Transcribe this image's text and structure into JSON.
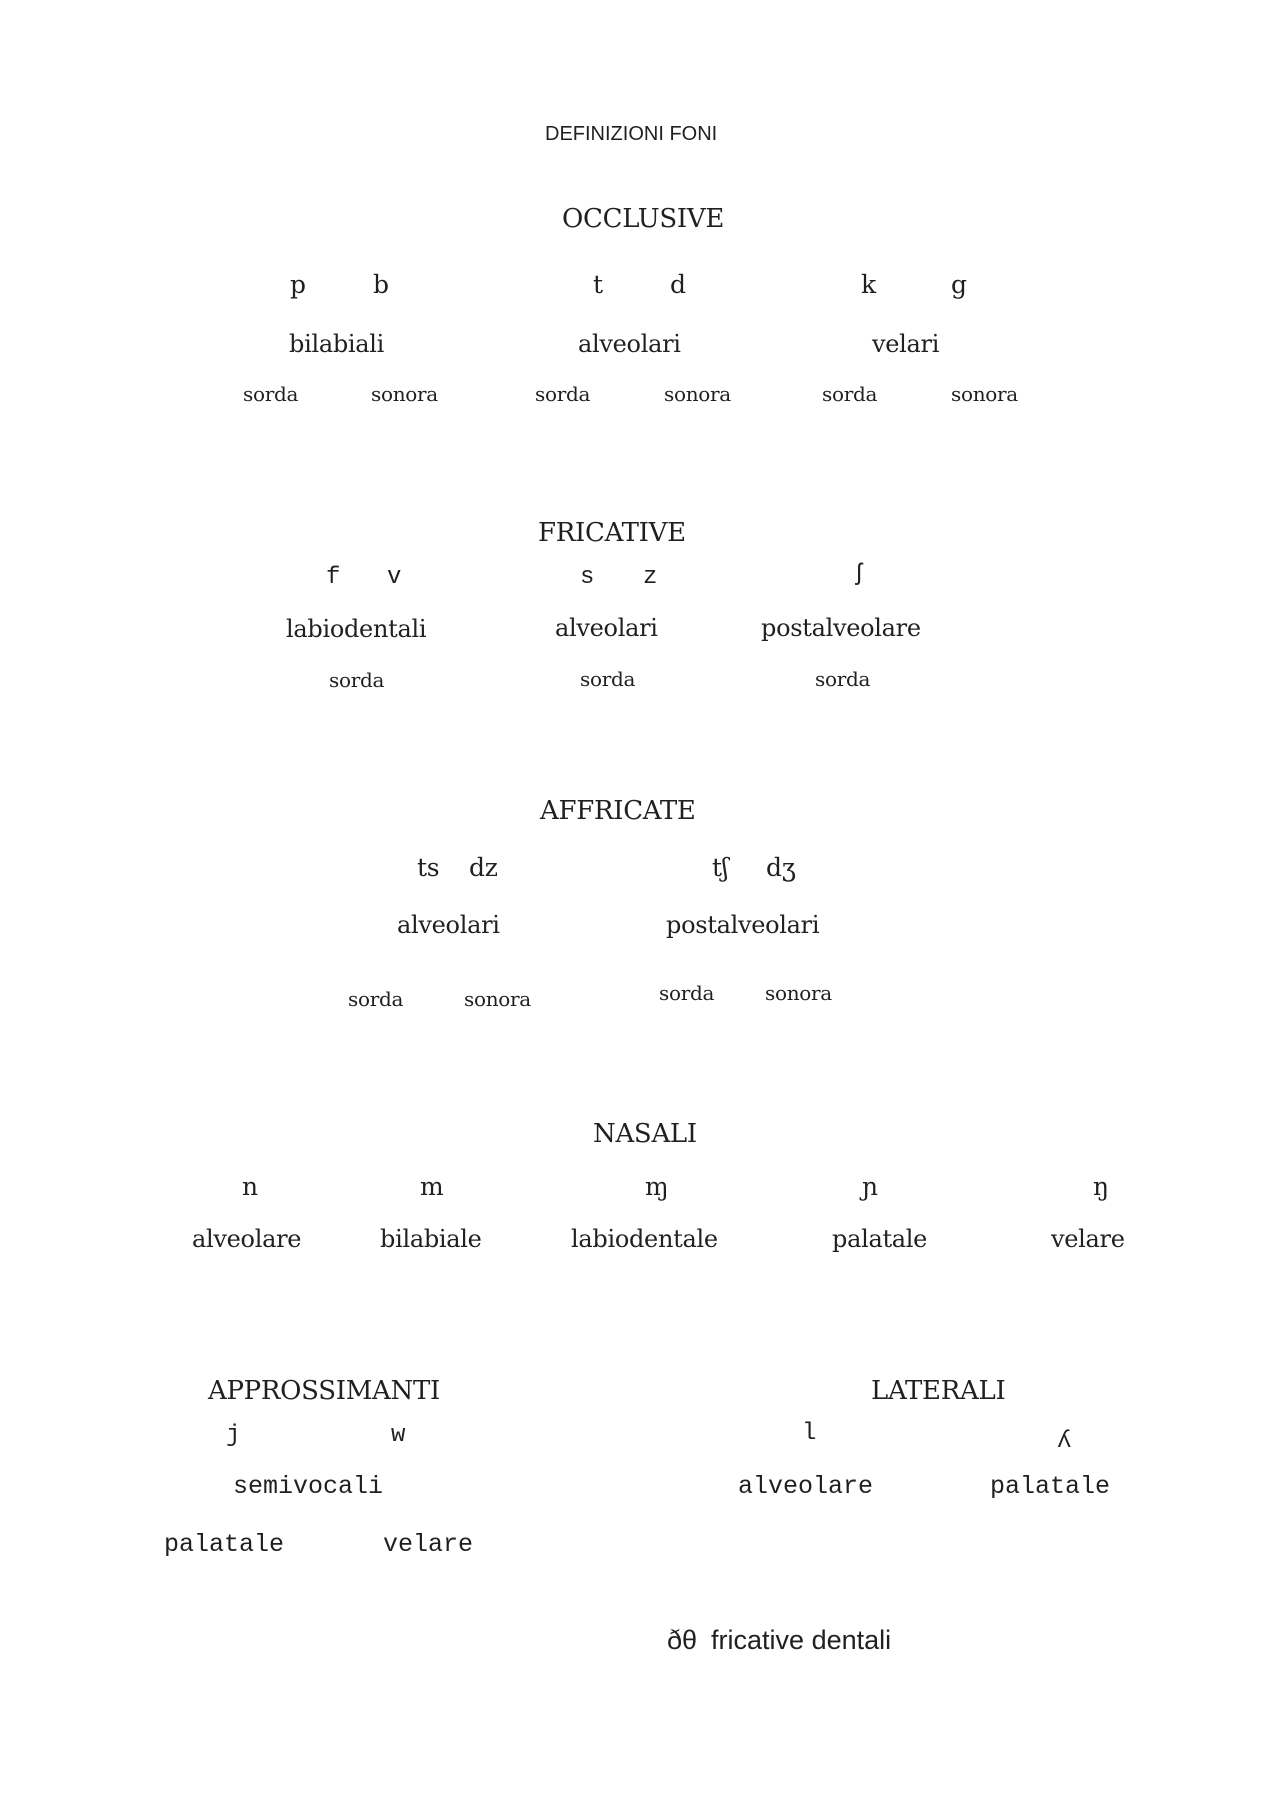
{
  "page": {
    "title": "DEFINIZIONI FONI",
    "accent_color": "#231f20",
    "background_color": "#ffffff"
  },
  "occlusive": {
    "heading": "OCCLUSIVE",
    "symbols": [
      "p",
      "b",
      "t",
      "d",
      "k",
      "g"
    ],
    "places": [
      "bilabiali",
      "alveolari",
      "velari"
    ],
    "voicing": [
      "sorda",
      "sonora",
      "sorda",
      "sonora",
      "sorda",
      "sonora"
    ]
  },
  "fricative": {
    "heading": "FRICATIVE",
    "symbols": [
      "f",
      "v",
      "s",
      "z",
      "ʃ"
    ],
    "places": [
      "labiodentali",
      "alveolari",
      "postalveolare"
    ],
    "voicing": [
      "sorda",
      "sorda",
      "sorda"
    ]
  },
  "affricate": {
    "heading": "AFFRICATE",
    "symbols": [
      "ts",
      "dz",
      "tʃ",
      "dʒ"
    ],
    "places": [
      "alveolari",
      "postalveolari"
    ],
    "voicing": [
      "sorda",
      "sonora",
      "sorda",
      "sonora"
    ]
  },
  "nasali": {
    "heading": "NASALI",
    "symbols": [
      "n",
      "m",
      "ɱ",
      "ɲ",
      "ŋ"
    ],
    "places": [
      "alveolare",
      "bilabiale",
      "labiodentale",
      "palatale",
      "velare"
    ]
  },
  "approssimanti": {
    "heading": "APPROSSIMANTI",
    "symbols": [
      "j",
      "w"
    ],
    "group_label": "semivocali",
    "places": [
      "palatale",
      "velare"
    ]
  },
  "laterali": {
    "heading": "LATERALI",
    "symbols": [
      "l",
      "ʎ"
    ],
    "places": [
      "alveolare",
      "palatale"
    ]
  },
  "note": {
    "symbols": "ðθ",
    "label": "fricative dentali"
  }
}
